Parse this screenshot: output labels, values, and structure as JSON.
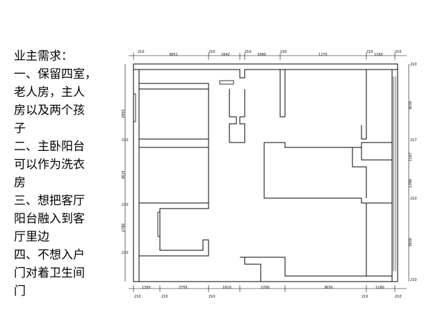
{
  "requirements": {
    "lines": [
      "业主需求：",
      "一、保留四室，",
      "老人房，主人",
      "房以及两个孩",
      "子",
      "二、主卧阳台",
      "可以作为洗衣",
      "房",
      "三、想把客厅",
      "阳台融入到客",
      "厅里边",
      "四、不想入户",
      "门对着卫生间",
      "门"
    ]
  },
  "dimensions": {
    "top": [
      "210",
      "3651",
      "210",
      "1642",
      "210",
      "1680",
      "150",
      "1270",
      "210",
      "1160",
      "210"
    ],
    "bottom": [
      "1350",
      "2755",
      "1810",
      "2200",
      "3650",
      "1160"
    ],
    "bottom_small": [
      "210",
      "210",
      "210",
      "210",
      "210"
    ],
    "left": [
      "2850",
      "3615",
      "2780"
    ],
    "left_small": [
      "210",
      "210",
      "210"
    ],
    "right": [
      "3030",
      "1167",
      "1390",
      "3930"
    ],
    "right_small": [
      "210",
      "217",
      "210",
      "210"
    ]
  }
}
